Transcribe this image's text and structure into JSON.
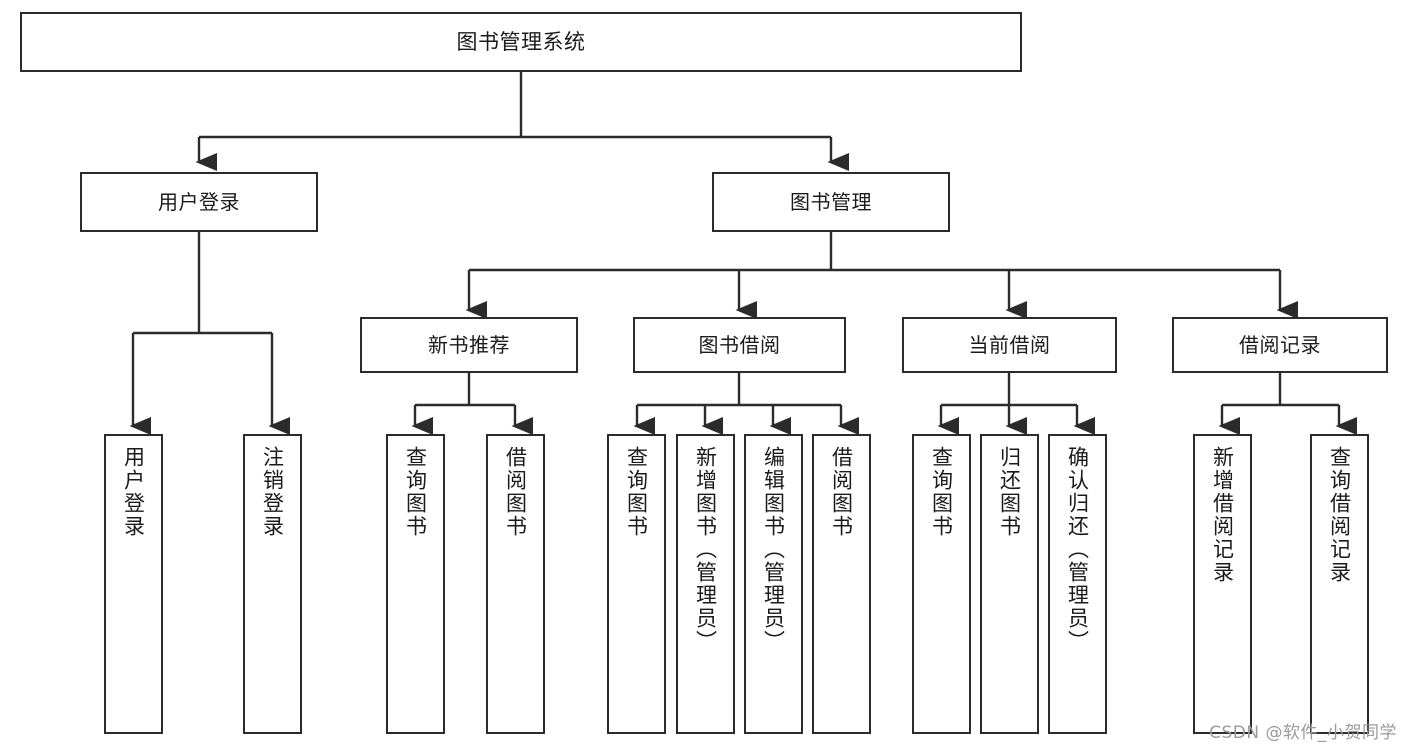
{
  "diagram": {
    "type": "tree-hierarchy",
    "title": "图书管理系统",
    "colors": {
      "box_border": "#2b2b2b",
      "box_fill": "#ffffff",
      "connector": "#2b2b2b",
      "text": "#1b1b1b",
      "watermark": "#9a9a9a",
      "background": "#ffffff"
    },
    "nodes": {
      "root": {
        "label": "图书管理系统",
        "level": 0,
        "orientation": "horizontal"
      },
      "user_login": {
        "label": "用户登录",
        "level": 1,
        "orientation": "horizontal"
      },
      "book_manage": {
        "label": "图书管理",
        "level": 1,
        "orientation": "horizontal"
      },
      "new_book_rec": {
        "label": "新书推荐",
        "level": 2,
        "orientation": "horizontal"
      },
      "book_borrow": {
        "label": "图书借阅",
        "level": 2,
        "orientation": "horizontal"
      },
      "current_borrow": {
        "label": "当前借阅",
        "level": 2,
        "orientation": "horizontal"
      },
      "borrow_record": {
        "label": "借阅记录",
        "level": 2,
        "orientation": "horizontal"
      },
      "leaf_user_login": {
        "label": "用户登录",
        "level": 2,
        "orientation": "vertical",
        "parent": "user_login"
      },
      "leaf_logout": {
        "label": "注销登录",
        "level": 2,
        "orientation": "vertical",
        "parent": "user_login"
      },
      "leaf_query_book_1": {
        "label": "查询图书",
        "level": 3,
        "orientation": "vertical",
        "parent": "new_book_rec"
      },
      "leaf_borrow_book_1": {
        "label": "借阅图书",
        "level": 3,
        "orientation": "vertical",
        "parent": "new_book_rec"
      },
      "leaf_query_book_2": {
        "label": "查询图书",
        "level": 3,
        "orientation": "vertical",
        "parent": "book_borrow"
      },
      "leaf_add_book": {
        "label": "新增图书（管理员）",
        "level": 3,
        "orientation": "vertical",
        "parent": "book_borrow"
      },
      "leaf_edit_book": {
        "label": "编辑图书（管理员）",
        "level": 3,
        "orientation": "vertical",
        "parent": "book_borrow"
      },
      "leaf_borrow_book_2": {
        "label": "借阅图书",
        "level": 3,
        "orientation": "vertical",
        "parent": "book_borrow"
      },
      "leaf_query_book_3": {
        "label": "查询图书",
        "level": 3,
        "orientation": "vertical",
        "parent": "current_borrow"
      },
      "leaf_return_book": {
        "label": "归还图书",
        "level": 3,
        "orientation": "vertical",
        "parent": "current_borrow"
      },
      "leaf_confirm_return": {
        "label": "确认归还（管理员）",
        "level": 3,
        "orientation": "vertical",
        "parent": "current_borrow"
      },
      "leaf_add_record": {
        "label": "新增借阅记录",
        "level": 3,
        "orientation": "vertical",
        "parent": "borrow_record"
      },
      "leaf_query_record": {
        "label": "查询借阅记录",
        "level": 3,
        "orientation": "vertical",
        "parent": "borrow_record"
      }
    }
  },
  "watermark": {
    "text": "CSDN @软件_小贺同学"
  }
}
